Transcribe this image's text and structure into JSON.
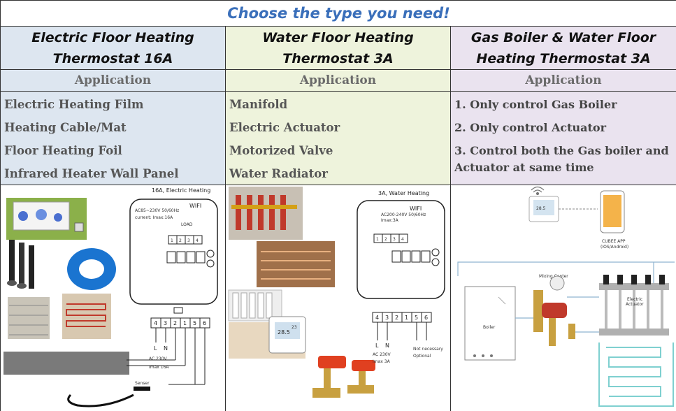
{
  "title": "Choose the type you need!",
  "columns": [
    {
      "heading_line1": "Electric Floor Heating",
      "heading_line2": "Thermostat 16A",
      "section": "Application",
      "items": [
        "Electric Heating Film",
        "Heating Cable/Mat",
        "Floor Heating Foil",
        "Infrared Heater Wall Panel"
      ],
      "diagram": {
        "title": "16A, Electric Heating",
        "wifi": "WIFI",
        "spec1": "AC85~230V 50/60Hz",
        "spec2": "current: Imax:16A",
        "load": "LOAD",
        "terminals_top": [
          "1",
          "2",
          "3",
          "4"
        ],
        "terminals_bottom": [
          "4",
          "3",
          "2",
          "1",
          "5",
          "6"
        ],
        "l": "L",
        "n": "N",
        "ac": "AC 230V",
        "imax": "Imax 16A",
        "sensor": "Senser"
      }
    },
    {
      "heading_line1": "Water Floor Heating",
      "heading_line2": "Thermostat 3A",
      "section": "Application",
      "items": [
        "Manifold",
        "Electric Actuator",
        "Motorized Valve",
        "Water Radiator"
      ],
      "diagram": {
        "title": "3A, Water Heating",
        "wifi": "WIFI",
        "spec1": "AC200-240V 50/60Hz",
        "spec2": "Imax:3A",
        "terminals_top": [
          "1",
          "2",
          "3",
          "4"
        ],
        "terminals_bottom": [
          "4",
          "3",
          "2",
          "1",
          "5",
          "6"
        ],
        "l": "L",
        "n": "N",
        "ac": "AC 230V",
        "imax": "Imax 3A",
        "not_necessary": "Not necessary",
        "optional": "Optional",
        "display_temp": "28.5",
        "display_temp2": "23"
      }
    },
    {
      "heading_line1": "Gas Boiler & Water Floor",
      "heading_line2": "Heating Thermostat 3A",
      "section": "Application",
      "items": [
        "1. Only control Gas Boiler",
        "2. Only control Actuator",
        "3. Control both the Gas boiler and Actuator at same time"
      ],
      "diagram": {
        "app_label": "CUBEE APP",
        "app_sub": "(IOS/Android)",
        "mixing": "Mixing Center",
        "boiler": "Boiler",
        "actuator1": "Electric",
        "actuator2": "Actuator",
        "display_temp": "28.5"
      }
    }
  ],
  "colors": {
    "title": "#3a6fba",
    "col1_bg": "#dde6f0",
    "col2_bg": "#eef3dc",
    "col3_bg": "#eae3ef"
  },
  "icons": [
    "wifi-icon",
    "thermostat-icon",
    "phone-icon",
    "boiler-icon",
    "manifold-icon",
    "valve-icon"
  ]
}
